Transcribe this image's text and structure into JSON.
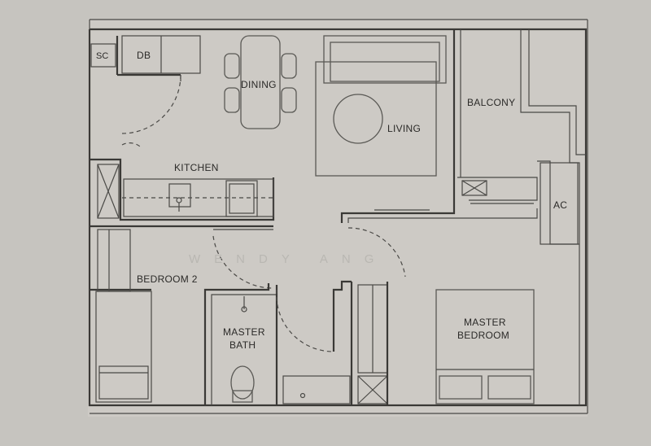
{
  "rooms": {
    "sc": "SC",
    "db": "DB",
    "dining": "DINING",
    "living": "LIVING",
    "balcony": "BALCONY",
    "kitchen": "KITCHEN",
    "ac": "AC",
    "bedroom2": "BEDROOM 2",
    "master_bath_line1": "MASTER",
    "master_bath_line2": "BATH",
    "master_bedroom_line1": "MASTER",
    "master_bedroom_line2": "BEDROOM"
  },
  "watermark": "WENDY ANG",
  "colors": {
    "paper": "#c9c7c2",
    "plan_bg": "#cecbc6",
    "ink": "#3a3936"
  }
}
